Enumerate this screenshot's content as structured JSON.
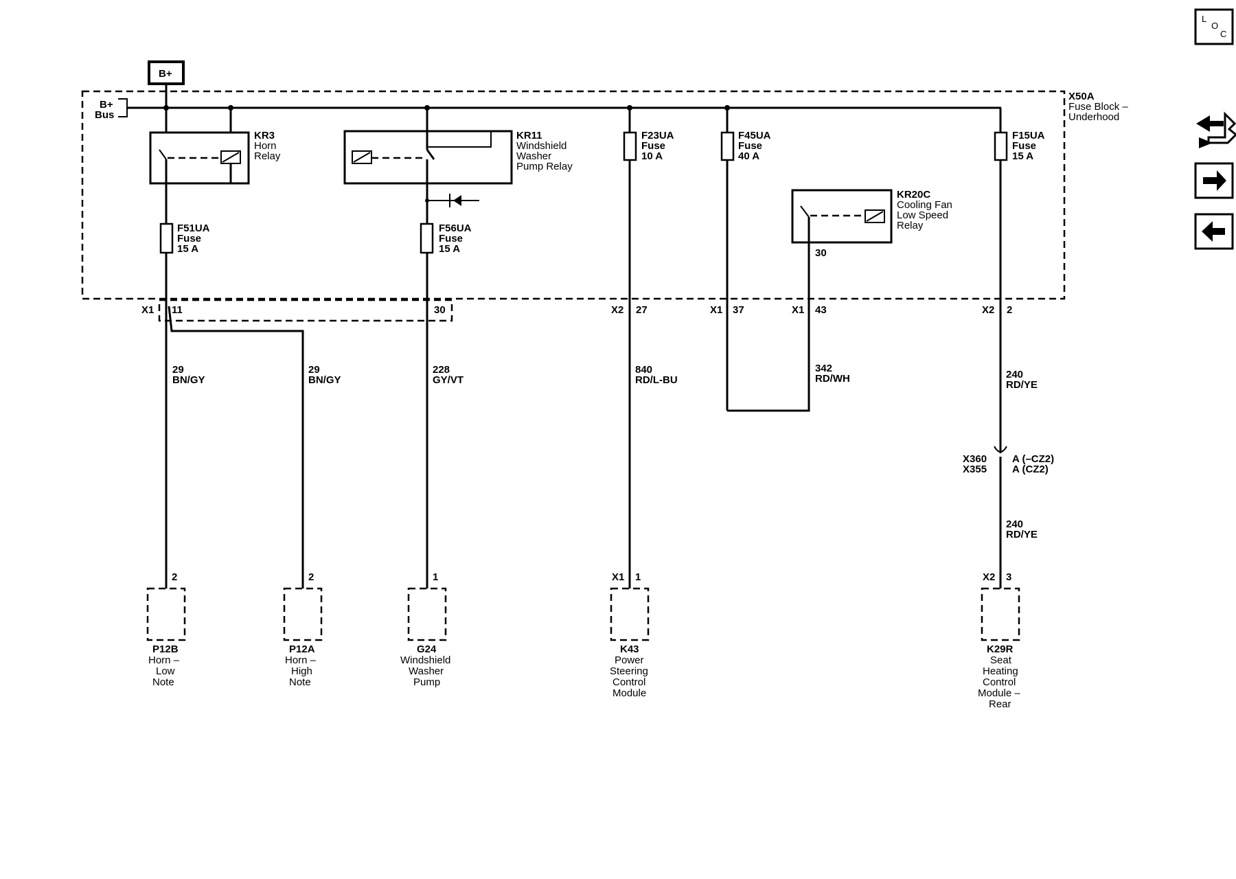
{
  "nav": {
    "loc_l": "L",
    "loc_o": "O",
    "loc_c": "C"
  },
  "power": {
    "bplus": "B+",
    "bus_label_1": "B+",
    "bus_label_2": "Bus"
  },
  "fuse_block": {
    "id": "X50A",
    "name_1": "Fuse Block –",
    "name_2": "Underhood"
  },
  "relays": {
    "kr3": {
      "id": "KR3",
      "l1": "Horn",
      "l2": "Relay"
    },
    "kr11": {
      "id": "KR11",
      "l1": "Windshield",
      "l2": "Washer",
      "l3": "Pump Relay"
    },
    "kr20c": {
      "id": "KR20C",
      "l1": "Cooling Fan",
      "l2": "Low Speed",
      "l3": "Relay",
      "pin": "30"
    }
  },
  "fuses": {
    "f51": {
      "id": "F51UA",
      "type": "Fuse",
      "rating": "15 A"
    },
    "f56": {
      "id": "F56UA",
      "type": "Fuse",
      "rating": "15 A"
    },
    "f23": {
      "id": "F23UA",
      "type": "Fuse",
      "rating": "10 A"
    },
    "f45": {
      "id": "F45UA",
      "type": "Fuse",
      "rating": "40 A"
    },
    "f15": {
      "id": "F15UA",
      "type": "Fuse",
      "rating": "15 A"
    }
  },
  "connectors": {
    "c1": {
      "conn": "X1",
      "pin": "11"
    },
    "c2": {
      "pin": "30"
    },
    "c3": {
      "conn": "X2",
      "pin": "27"
    },
    "c4": {
      "conn": "X1",
      "pin": "37"
    },
    "c5": {
      "conn": "X1",
      "pin": "43"
    },
    "c6": {
      "conn": "X2",
      "pin": "2"
    }
  },
  "wires": {
    "w1": {
      "circuit": "29",
      "color": "BN/GY"
    },
    "w2": {
      "circuit": "29",
      "color": "BN/GY"
    },
    "w3": {
      "circuit": "228",
      "color": "GY/VT"
    },
    "w4": {
      "circuit": "840",
      "color": "RD/L-BU"
    },
    "w5": {
      "circuit": "342",
      "color": "RD/WH"
    },
    "w6": {
      "circuit": "240",
      "color": "RD/YE"
    },
    "w7": {
      "circuit": "240",
      "color": "RD/YE"
    }
  },
  "inline": {
    "c1": "X360",
    "c2": "X355",
    "p1": "A (–CZ2)",
    "p2": "A (CZ2)"
  },
  "components": {
    "p12b": {
      "pin": "2",
      "id": "P12B",
      "l1": "Horn –",
      "l2": "Low",
      "l3": "Note"
    },
    "p12a": {
      "pin": "2",
      "id": "P12A",
      "l1": "Horn –",
      "l2": "High",
      "l3": "Note"
    },
    "g24": {
      "pin": "1",
      "id": "G24",
      "l1": "Windshield",
      "l2": "Washer",
      "l3": "Pump"
    },
    "k43": {
      "conn": "X1",
      "pin": "1",
      "id": "K43",
      "l1": "Power",
      "l2": "Steering",
      "l3": "Control",
      "l4": "Module"
    },
    "k29r": {
      "conn": "X2",
      "pin": "3",
      "id": "K29R",
      "l1": "Seat",
      "l2": "Heating",
      "l3": "Control",
      "l4": "Module –",
      "l5": "Rear"
    }
  }
}
